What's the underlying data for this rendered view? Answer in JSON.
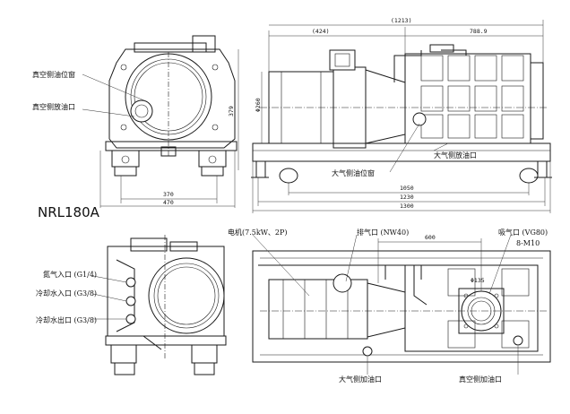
{
  "model": "NRL180A",
  "labels": {
    "vac_oil_window": "真空侧油位窗",
    "vac_oil_drain": "真空侧放油口",
    "atm_oil_window": "大气侧油位窗",
    "atm_oil_drain": "大气侧放油口",
    "motor": "电机(7.5kW、2P)",
    "exhaust": "排气口 (NW40)",
    "intake": "吸气口 (VG80)",
    "holes": "8-M10",
    "n2_inlet": "氮气入口 (G1/4)",
    "cw_inlet": "冷却水入口 (G3/8)",
    "cw_outlet": "冷却水出口 (G3/8)",
    "atm_oil_fill": "大气侧加油口",
    "vac_oil_fill": "真空侧加油口"
  },
  "dims": {
    "d1213": "(1213)",
    "d424": "(424)",
    "d7889": "788.9",
    "d260": "Φ260",
    "d379": "379",
    "d370": "370",
    "d470": "470",
    "d1050": "1050",
    "d1230": "1230",
    "d1300": "1300",
    "d600": "600",
    "d135": "Φ135"
  }
}
